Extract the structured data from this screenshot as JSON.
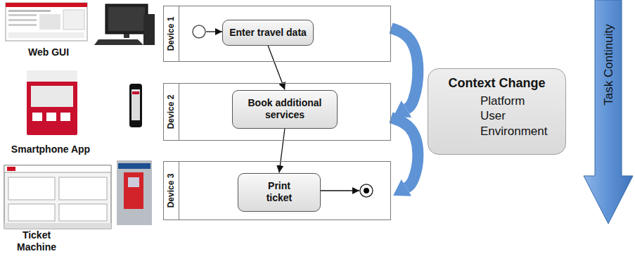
{
  "diagram": {
    "nodes": [
      {
        "text": [
          "Device 1"
        ]
      },
      {
        "text": [
          "Enter travel data"
        ],
        "in": 0
      },
      {
        "text": [
          "Device 2"
        ]
      },
      {
        "text": [
          "Book additional services"
        ],
        "in": 2
      },
      {
        "text": [
          "Device 3"
        ]
      },
      {
        "text": [
          "Print ticket"
        ],
        "in": 4
      },
      {
        "text": [
          "Context Change",
          "Platform",
          "User",
          "Environment"
        ]
      }
    ],
    "edges": [
      {
        "from": 1,
        "to": 3,
        "arrow": "to"
      },
      {
        "from": 3,
        "to": 5,
        "arrow": "to"
      },
      {
        "from": 0,
        "to": 2,
        "arrow": "to"
      },
      {
        "from": 2,
        "to": 4,
        "arrow": "to"
      }
    ],
    "labels": [
      "Web GUI",
      "Smartphone App",
      "Ticket Machine",
      "Task Continuity"
    ]
  }
}
